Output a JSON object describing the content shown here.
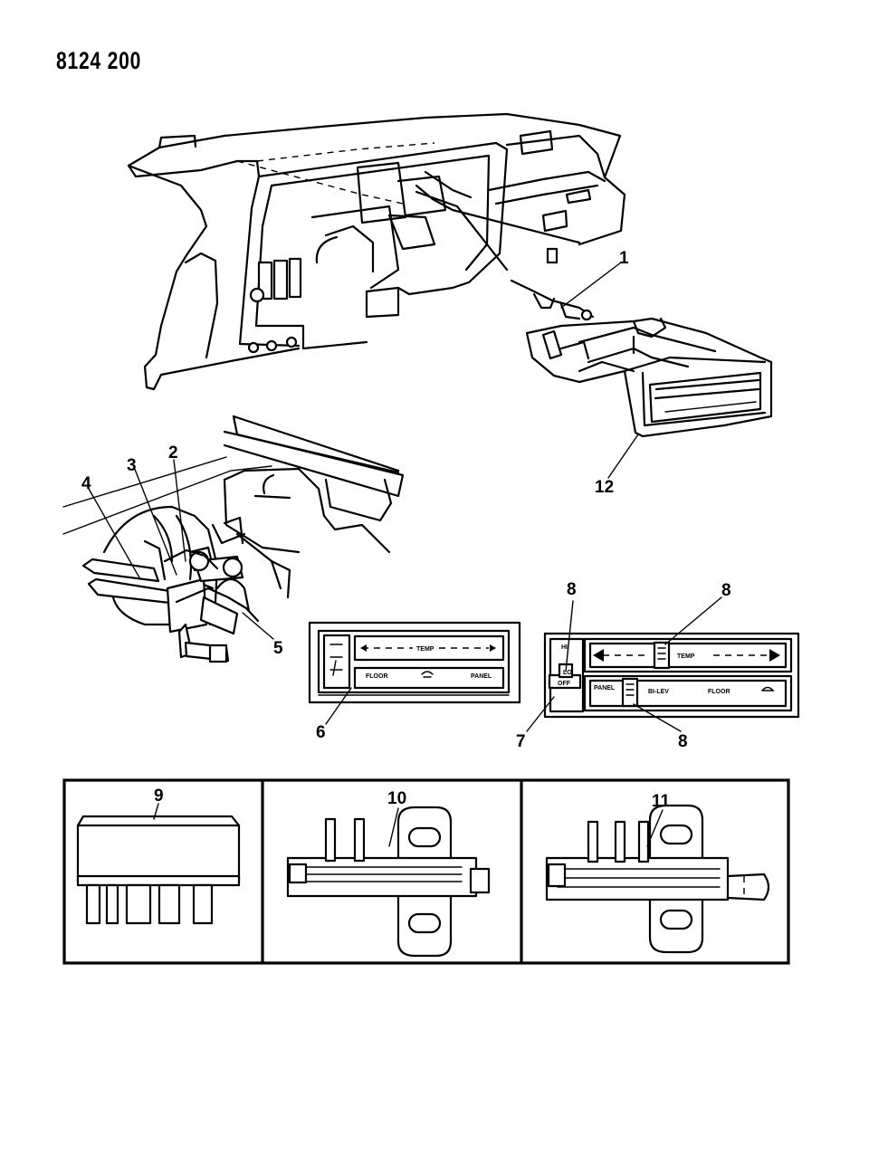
{
  "document": {
    "number": "8124 200"
  },
  "callouts": {
    "c1": "1",
    "c2": "2",
    "c3": "3",
    "c4": "4",
    "c5": "5",
    "c6": "6",
    "c7": "7",
    "c8a": "8",
    "c8b": "8",
    "c8c": "8",
    "c9": "9",
    "c10": "10",
    "c11": "11",
    "c12": "12"
  },
  "panel_a": {
    "temp": "TEMP",
    "floor": "FLOOR",
    "panel": "PANEL"
  },
  "panel_b": {
    "hi": "HI",
    "lo": "LO",
    "off": "OFF",
    "temp": "TEMP",
    "panel": "PANEL",
    "bilev": "BI-LEV",
    "floor": "FLOOR"
  }
}
